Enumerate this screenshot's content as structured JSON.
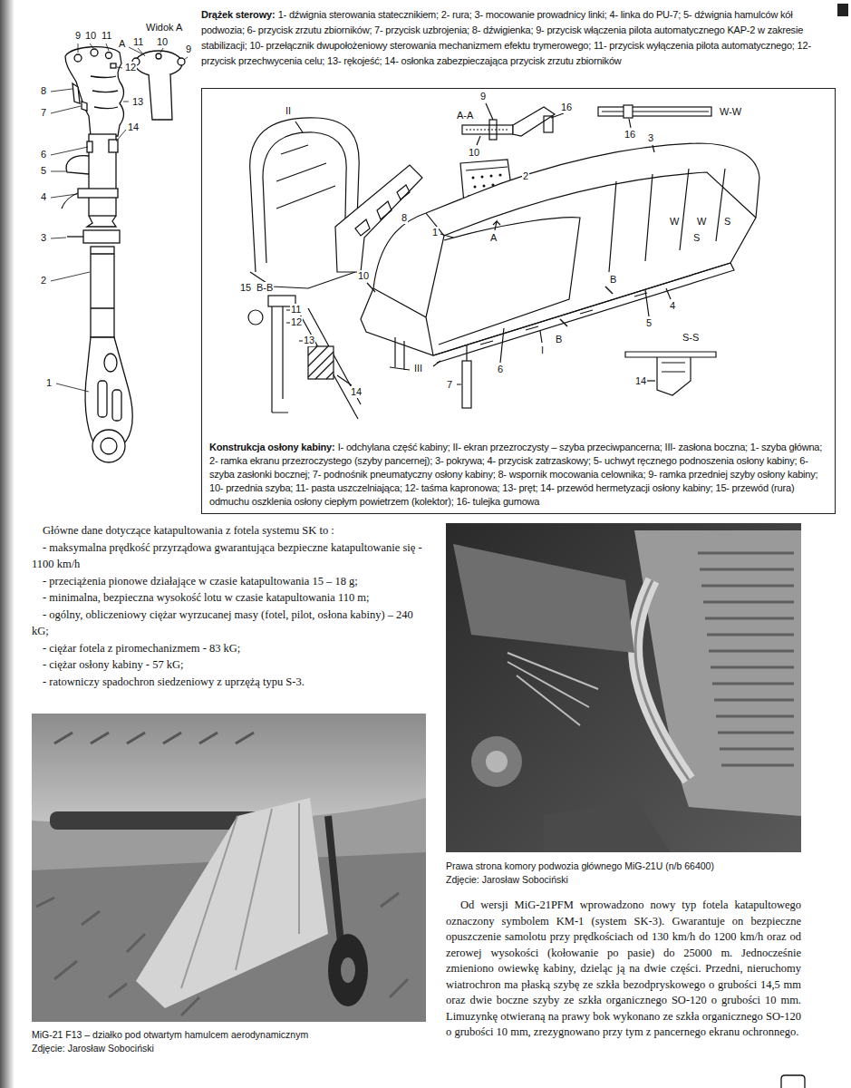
{
  "diagram": {
    "nodes": [
      {
        "text": [
          "Konstrukcja osłony kabiny:",
          "I- odchylana część kabiny; II- ekran przezroczysty – szyba przeciwpancerna; III- zasłona boczna; 1- szyba główna; 2- ramka ekranu przezroczystego (szyby pancernej); 3- pokrywa; 4- przycisk zatrzaskowy; 5- uchwyt ręcznego podnoszenia osłony kabiny; 6- szyba zasłonki bocznej; 7- podnośnik pneumatyczny osłony kabiny; 8- wspornik mocowania celownika; 9- ramka przedniej szyby osłony kabiny; 10- przednia szyba; 11- pasta uszczelniająca; 12- taśma kapronowa; 13- pręt; 14- przewód hermetyzacji osłony kabiny; 15- przewód (rura) odmuchu oszklenia osłony ciepłym powietrzem (kolektor); 16- tulejka gumowa"
        ]
      }
    ],
    "labels": [
      "9",
      "10",
      "11",
      "Widok A",
      "A",
      "11",
      "10",
      "9",
      "12",
      "8",
      "7",
      "13",
      "14",
      "6",
      "5",
      "4",
      "3",
      "2",
      "1",
      "Drążek sterowy:",
      "1- dźwignia sterowania statecznikiem; 2- rura; 3- mocowanie prowadnicy linki; 4- linka do PU-7; 5- dźwignia hamulców kół podwozia; 6- przycisk zrzutu zbiorników; 7- przycisk uzbrojenia; 8- dźwigienka; 9- przycisk włączenia pilota automatycznego KAP-2 w zakresie stabilizacji; 10- przełącznik dwupołożeniowy sterowania mechanizmem efektu trymerowego; 11- przycisk wyłączenia pilota automatycznego; 12- przycisk przechwycenia celu; 13- rękojeść; 14- osłonka zabezpieczająca przycisk zrzutu zbiorników",
      "A-A",
      "9",
      "16",
      "W-W",
      "II",
      "10",
      "2",
      "16",
      "3",
      "8",
      "W",
      "W",
      "S",
      "S",
      "1",
      "A",
      "B-B",
      "15",
      "11",
      "12",
      "10",
      "B",
      "4",
      "13",
      "5",
      "B",
      "S-S",
      "I",
      "III",
      "6",
      "7",
      "14",
      "14",
      "Główne dane dotyczące katapultowania z fotela systemu SK to :",
      "- maksymalna prędkość przyrządowa gwarantująca bezpieczne katapultowanie się - 1100 km/h",
      "- przeciążenia pionowe działające w czasie katapultowania 15 – 18 g;",
      "- minimalna, bezpieczna wysokość lotu w czasie katapultowania 110 m;",
      "- ogólny, obliczeniowy ciężar wyrzucanej masy (fotel, pilot, osłona kabiny) – 240 kG;",
      "- ciężar fotela z piromechanizmem - 83 kG;",
      "- ciężar osłony kabiny - 57 kG;",
      "- ratowniczy spadochron siedzeniowy z uprzężą typu S-3.",
      "Prawa strona komory podwozia głównego MiG-21U (n/b 66400)",
      "Zdjęcie: Jarosław Sobociński",
      "Od wersji MiG-21PFM wprowadzono nowy typ fotela katapultowego oznaczony symbolem KM-1 (system SK-3). Gwarantuje on bezpieczne opuszczenie samolotu przy prędkościach od 130 km/h do 1200 km/h oraz od zerowej wysokości (kołowanie po pasie) do 25000 m. Jednocześnie zmieniono owiewkę kabiny, dzieląc ją na dwie części. Przedni, nieruchomy wiatrochron ma płaską szybę ze szkła bezodpryskowego o grubości 14,5 mm oraz dwie boczne szyby ze szkła organicznego SO-120 o grubości 10 mm. Limuzynkę otwieraną na prawy bok wykonano ze szkła organicznego SO-120 o grubości 10 mm, zrezygnowano przy tym z pancernego ekranu ochronnego.",
      "MiG-21 F13 – działko pod otwartym hamulcem aerodynamicznym",
      "Zdjęcie: Jarosław Sobociński"
    ]
  }
}
